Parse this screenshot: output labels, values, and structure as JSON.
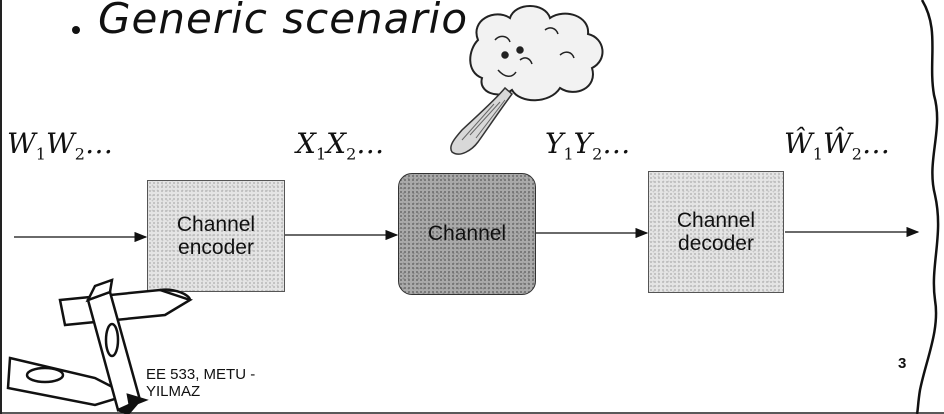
{
  "title": "Generic scenario",
  "symbols": {
    "input": {
      "base": [
        "W",
        "W"
      ],
      "subs": [
        "1",
        "2"
      ],
      "tail": "…"
    },
    "encoded": {
      "base": [
        "X",
        "X"
      ],
      "subs": [
        "1",
        "2"
      ],
      "tail": "…"
    },
    "received": {
      "base": [
        "Y",
        "Y"
      ],
      "subs": [
        "1",
        "2"
      ],
      "tail": "…"
    },
    "estimate": {
      "base": [
        "Ŵ",
        "Ŵ"
      ],
      "subs": [
        "1",
        "2"
      ],
      "tail": "…"
    }
  },
  "blocks": {
    "encoder": [
      "Channel",
      "encoder"
    ],
    "channel": "Channel",
    "decoder": [
      "Channel",
      "decoder"
    ]
  },
  "footer": [
    "EE 533, METU -",
    "YILMAZ"
  ],
  "page_number": "3",
  "icons": {
    "noise": "cloud-face-icon",
    "decoration": "crayons-icon"
  }
}
